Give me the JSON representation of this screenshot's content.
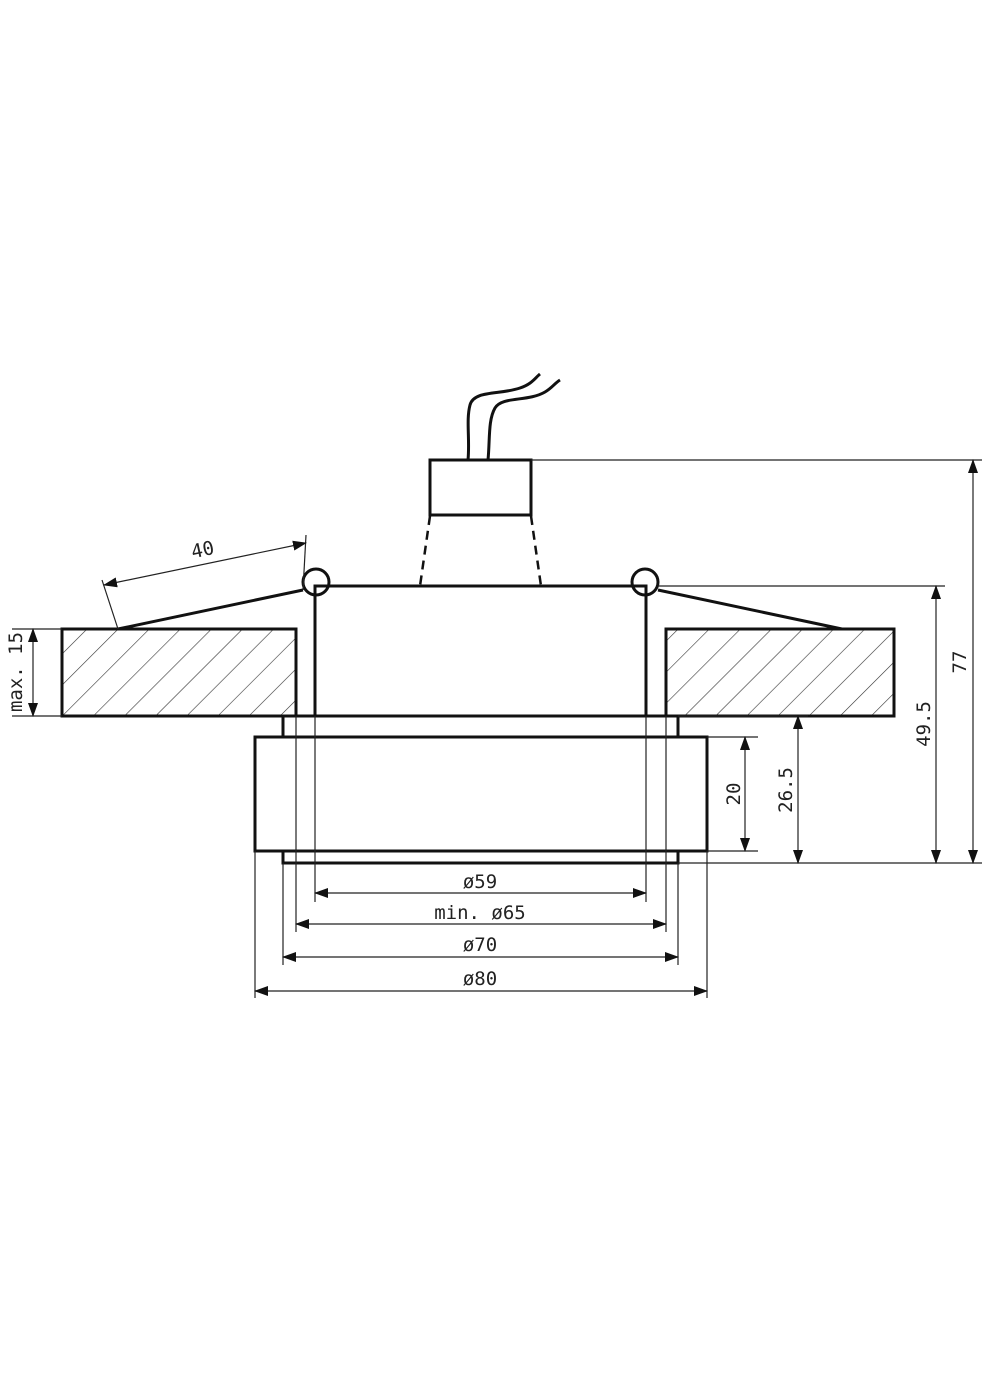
{
  "dimensions": {
    "clip_length": "40",
    "max_thickness": "max. 15",
    "inner_diameter": "ø59",
    "cutout_diameter": "min. ø65",
    "ring_diameter": "ø70",
    "outer_diameter": "ø80",
    "ring_height": "20",
    "visible_height": "26.5",
    "body_height": "49.5",
    "total_height": "77"
  }
}
